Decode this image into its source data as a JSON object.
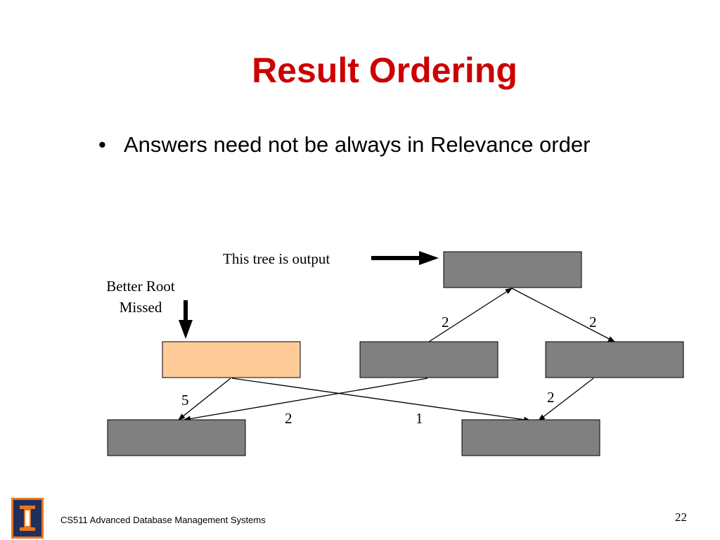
{
  "slide": {
    "title": "Result Ordering",
    "bullet": "Answers need not be always in Relevance order"
  },
  "diagram": {
    "output_label": "This tree is output",
    "missed_label_line1": "Better Root",
    "missed_label_line2": "Missed",
    "edge_weights": {
      "top_to_mid": "2",
      "top_to_right": "2",
      "orange_to_bottom_left": "5",
      "mid_to_bottom_left": "2",
      "orange_to_bottom_right": "1",
      "right_to_bottom_right": "2"
    },
    "colors": {
      "node_gray": "#808080",
      "highlight_node": "#ffcc99"
    }
  },
  "footer": {
    "course": "CS511 Advanced Database Management Systems",
    "page": "22"
  }
}
